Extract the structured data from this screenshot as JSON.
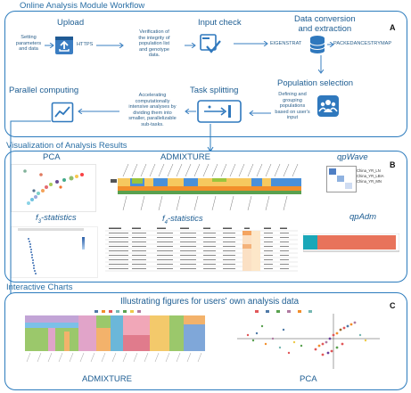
{
  "workflow": {
    "title": "Online Analysis Module Workflow",
    "letter": "A",
    "upload": {
      "title": "Upload",
      "setting": "Setting\nparameters\nand data",
      "https": "HTTPS"
    },
    "verify": "Verification of\nthe integrity of\npopulation list\nand genotype\ndata.",
    "input_check": "Input check",
    "conversion": {
      "title": "Data conversion\nand extraction",
      "eigen": "EIGENSTRAT",
      "pack": "PACKEDANCESTRYMAP"
    },
    "population": {
      "title": "Population selection",
      "desc": "Defining and\ngrouping\npopulations\nbased on user's\ninput"
    },
    "task": {
      "title": "Task splitting",
      "desc": "Accelerating\ncomputationally\nintensive analyses by\ndividing them into\nsmaller, parallelizable\nsub-tasks."
    },
    "parallel": "Parallel computing"
  },
  "visualization": {
    "title": "Visualization of Analysis Results",
    "letter": "B",
    "pca": "PCA",
    "admixture": "ADMIXTURE",
    "qpwave": "qpWave",
    "f3": "f",
    "f3_sub": "3",
    "f3_rest": "-statistics",
    "f4": "f",
    "f4_sub": "4",
    "f4_rest": "-statistics",
    "qpadm": "qpAdm",
    "qpwave_legend": [
      "China_YR_LN",
      "China_YR_LBIA",
      "China_YR_MN"
    ]
  },
  "interactive": {
    "title": "Interactive Charts",
    "letter": "C",
    "subtitle": "Illustrating figures for users' own analysis data",
    "admixture": "ADMIXTURE",
    "pca": "PCA"
  },
  "colors": {
    "frame": "#2b7bbd",
    "arrow": "#3a7fc0",
    "text": "#1d5d92"
  }
}
